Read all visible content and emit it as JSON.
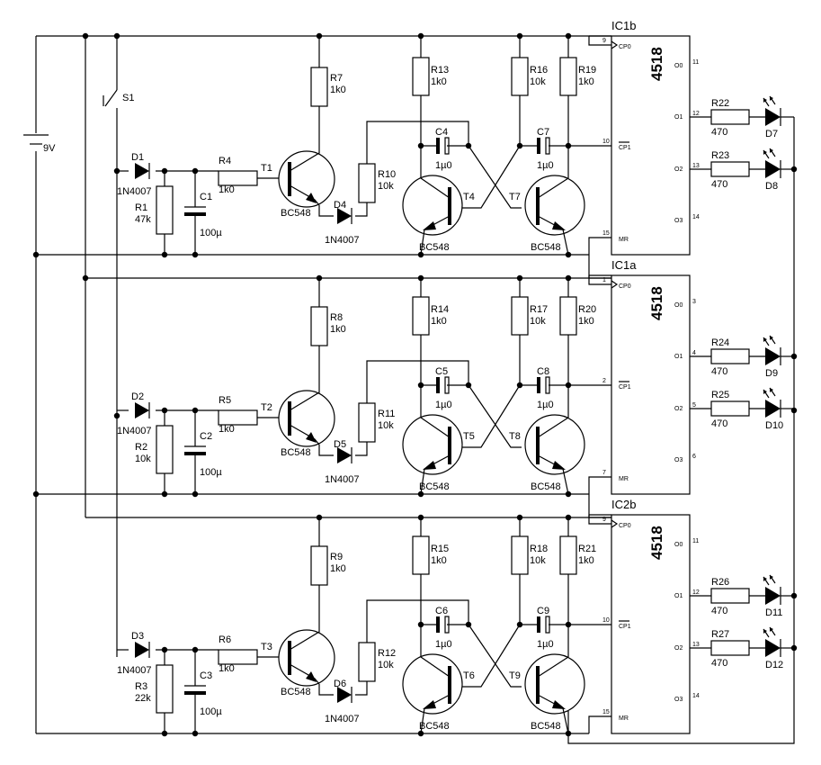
{
  "battery": {
    "name": "9V"
  },
  "switch": {
    "name": "S1"
  },
  "stages": [
    {
      "ic": {
        "name": "IC1b",
        "type": "4518",
        "pins": {
          "cp0": "9",
          "cp1": "10",
          "mr": "15",
          "o0": "11",
          "o1": "12",
          "o2": "13",
          "o3": "14"
        }
      },
      "diode_in": {
        "name": "D1",
        "value": "1N4007"
      },
      "r_bias": {
        "name": "R1",
        "value": "47k"
      },
      "r_base": {
        "name": "R4",
        "value": "1k0"
      },
      "cap_timer": {
        "name": "C1",
        "value": "100µ"
      },
      "transistor": {
        "name": "T1",
        "value": "BC548"
      },
      "r_collector": {
        "name": "R7",
        "value": "1k0"
      },
      "diode_out": {
        "name": "D4",
        "value": "1N4007"
      },
      "r_feed": {
        "name": "R10",
        "value": "10k"
      },
      "r_mv_left": {
        "name": "R13",
        "value": "1k0"
      },
      "r_mv_mid": {
        "name": "R16",
        "value": "10k"
      },
      "r_mv_right": {
        "name": "R19",
        "value": "1k0"
      },
      "cap_left": {
        "name": "C4",
        "value": "1µ0"
      },
      "cap_right": {
        "name": "C7",
        "value": "1µ0"
      },
      "t_left": {
        "name": "T4",
        "value": "BC548"
      },
      "t_right": {
        "name": "T7",
        "value": "BC548"
      },
      "r_led1": {
        "name": "R22",
        "value": "470"
      },
      "r_led2": {
        "name": "R23",
        "value": "470"
      },
      "led1": {
        "name": "D7"
      },
      "led2": {
        "name": "D8"
      }
    },
    {
      "ic": {
        "name": "IC1a",
        "type": "4518",
        "pins": {
          "cp0": "1",
          "cp1": "2",
          "mr": "7",
          "o0": "3",
          "o1": "4",
          "o2": "5",
          "o3": "6"
        }
      },
      "diode_in": {
        "name": "D2",
        "value": "1N4007"
      },
      "r_bias": {
        "name": "R2",
        "value": "10k"
      },
      "r_base": {
        "name": "R5",
        "value": "1k0"
      },
      "cap_timer": {
        "name": "C2",
        "value": "100µ"
      },
      "transistor": {
        "name": "T2",
        "value": "BC548"
      },
      "r_collector": {
        "name": "R8",
        "value": "1k0"
      },
      "diode_out": {
        "name": "D5",
        "value": "1N4007"
      },
      "r_feed": {
        "name": "R11",
        "value": "10k"
      },
      "r_mv_left": {
        "name": "R14",
        "value": "1k0"
      },
      "r_mv_mid": {
        "name": "R17",
        "value": "10k"
      },
      "r_mv_right": {
        "name": "R20",
        "value": "1k0"
      },
      "cap_left": {
        "name": "C5",
        "value": "1µ0"
      },
      "cap_right": {
        "name": "C8",
        "value": "1µ0"
      },
      "t_left": {
        "name": "T5",
        "value": "BC548"
      },
      "t_right": {
        "name": "T8",
        "value": "BC548"
      },
      "r_led1": {
        "name": "R24",
        "value": "470"
      },
      "r_led2": {
        "name": "R25",
        "value": "470"
      },
      "led1": {
        "name": "D9"
      },
      "led2": {
        "name": "D10"
      }
    },
    {
      "ic": {
        "name": "IC2b",
        "type": "4518",
        "pins": {
          "cp0": "9",
          "cp1": "10",
          "mr": "15",
          "o0": "11",
          "o1": "12",
          "o2": "13",
          "o3": "14"
        }
      },
      "diode_in": {
        "name": "D3",
        "value": "1N4007"
      },
      "r_bias": {
        "name": "R3",
        "value": "22k"
      },
      "r_base": {
        "name": "R6",
        "value": "1k0"
      },
      "cap_timer": {
        "name": "C3",
        "value": "100µ"
      },
      "transistor": {
        "name": "T3",
        "value": "BC548"
      },
      "r_collector": {
        "name": "R9",
        "value": "1k0"
      },
      "diode_out": {
        "name": "D6",
        "value": "1N4007"
      },
      "r_feed": {
        "name": "R12",
        "value": "10k"
      },
      "r_mv_left": {
        "name": "R15",
        "value": "1k0"
      },
      "r_mv_mid": {
        "name": "R18",
        "value": "10k"
      },
      "r_mv_right": {
        "name": "R21",
        "value": "1k0"
      },
      "cap_left": {
        "name": "C6",
        "value": "1µ0"
      },
      "cap_right": {
        "name": "C9",
        "value": "1µ0"
      },
      "t_left": {
        "name": "T6",
        "value": "BC548"
      },
      "t_right": {
        "name": "T9",
        "value": "BC548"
      },
      "r_led1": {
        "name": "R26",
        "value": "470"
      },
      "r_led2": {
        "name": "R27",
        "value": "470"
      },
      "led1": {
        "name": "D11"
      },
      "led2": {
        "name": "D12"
      }
    }
  ],
  "ic_labels": {
    "cp0": "CP0",
    "cp1": "CP1",
    "mr": "MR",
    "o0": "O0",
    "o1": "O1",
    "o2": "O2",
    "o3": "O3"
  }
}
